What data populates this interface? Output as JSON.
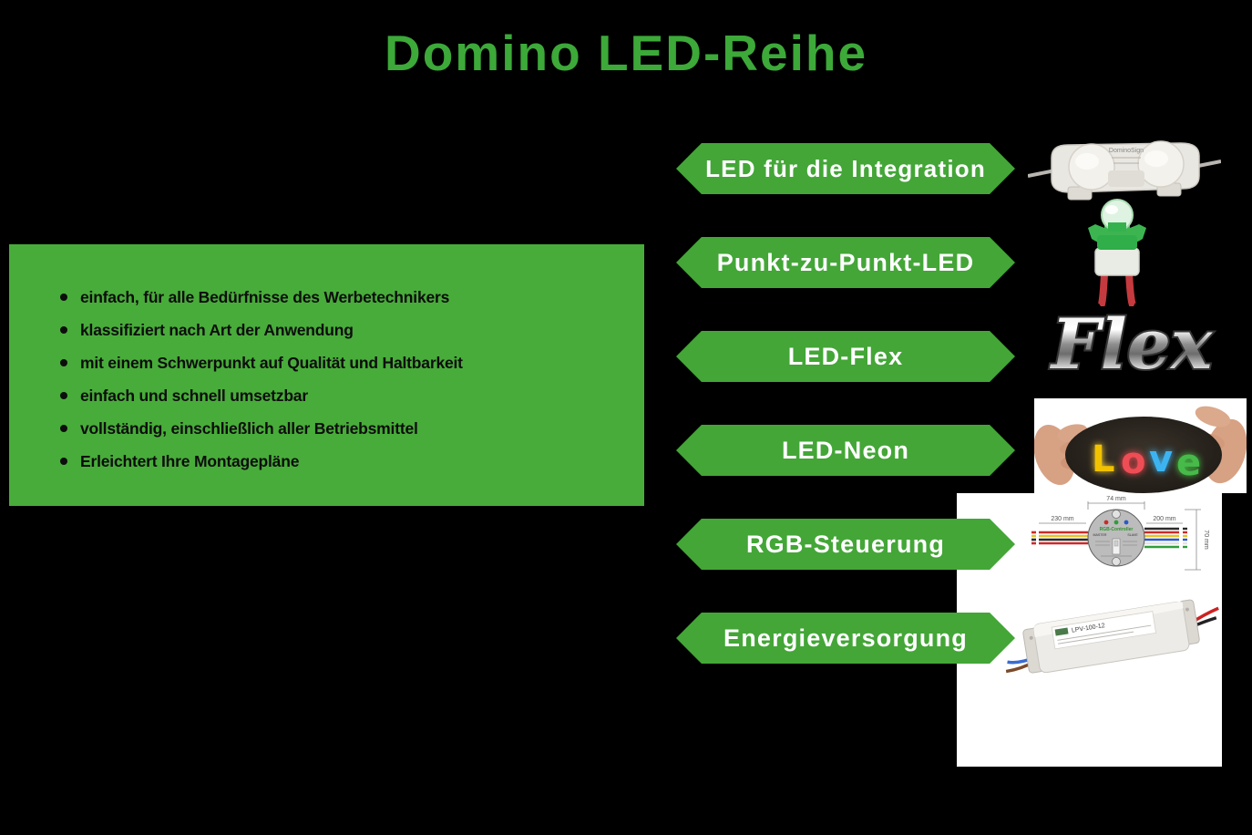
{
  "slide": {
    "title": "Domino LED-Reihe",
    "features": [
      "einfach, für alle Bedürfnisse des Werbetechnikers",
      "klassifiziert nach Art der Anwendung",
      "mit einem Schwerpunkt auf Qualität und Haltbarkeit",
      "einfach und schnell umsetzbar",
      "vollständig, einschließlich aller Betriebsmittel",
      "Erleichtert Ihre Montagepläne"
    ],
    "banners": [
      "LED für die Integration",
      "Punkt-zu-Punkt-LED",
      "LED-Flex",
      "LED-Neon",
      "RGB-Steuerung",
      "Energieversorgung"
    ],
    "colors": {
      "background": "#000000",
      "title_green": "#3CA939",
      "box_green": "#48AC3A",
      "banner_green": "#43A637",
      "banner_text": "#FFFFFF",
      "bullet_text": "#0D0D0D"
    },
    "images": {
      "led_module_brand": "DominoSign",
      "flex_label": "Flex",
      "love_letters": [
        {
          "char": "L",
          "color": "#F2C200"
        },
        {
          "char": "o",
          "color": "#EF4D55"
        },
        {
          "char": "v",
          "color": "#3DB4F2"
        },
        {
          "char": "e",
          "color": "#46BB49"
        }
      ],
      "rgb_diagram": {
        "label": "RGB-Controller",
        "master": "MASTER",
        "slave": "SLAVE",
        "dim_top": "74 mm",
        "dim_left": "230 mm",
        "dim_right": "200 mm",
        "dim_height": "70 mm"
      },
      "psu_model": "LPV-100-12"
    }
  }
}
